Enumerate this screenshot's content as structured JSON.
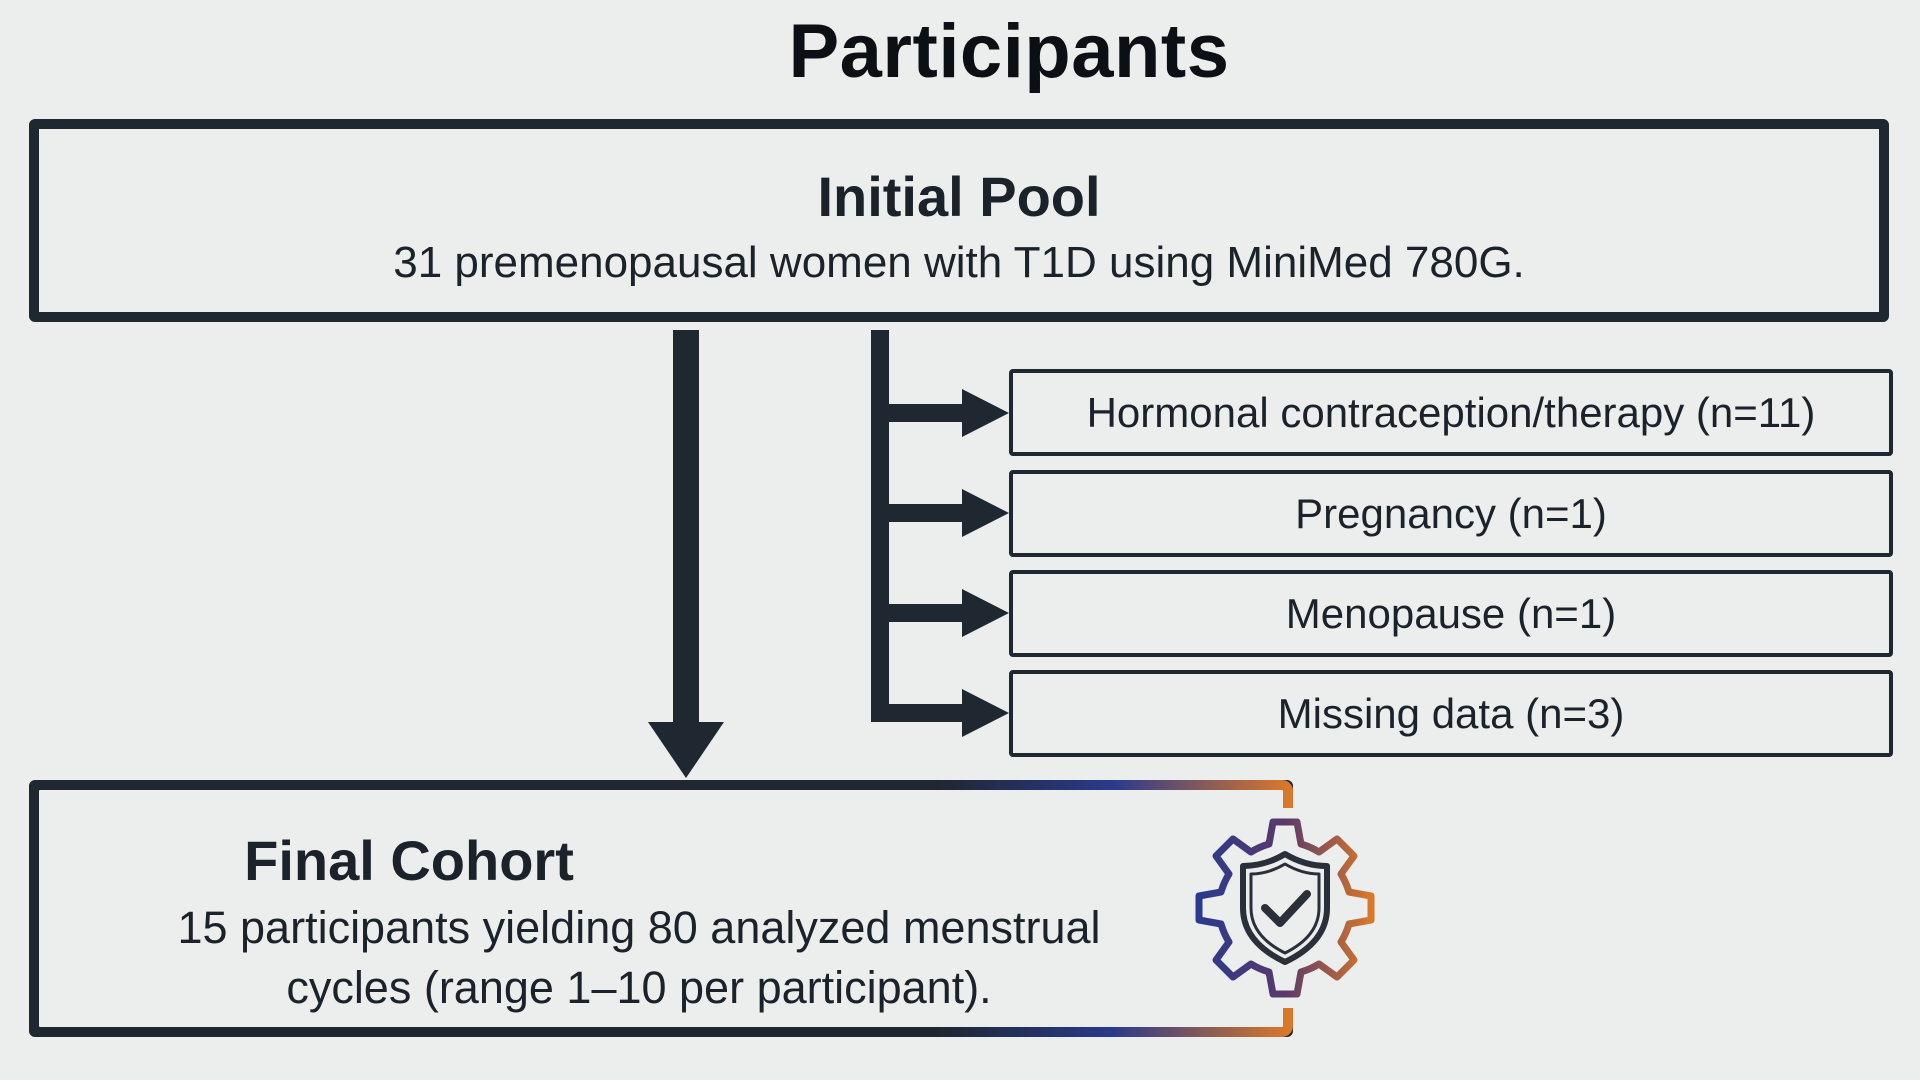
{
  "title": "Participants",
  "initial_pool": {
    "heading": "Initial Pool",
    "text": "31 premenopausal women with T1D using MiniMed 780G."
  },
  "exclusions": [
    {
      "label": "Hormonal contraception/therapy (n=11)"
    },
    {
      "label": "Pregnancy (n=1)"
    },
    {
      "label": "Menopause (n=1)"
    },
    {
      "label": "Missing data (n=3)"
    }
  ],
  "final_cohort": {
    "heading": "Final Cohort",
    "text_line1": "15 participants yielding 80 analyzed menstrual",
    "text_line2": "cycles (range 1–10 per participant)."
  },
  "icons": {
    "badge": "gear-shield-check-icon"
  },
  "colors": {
    "background": "#eceeed",
    "stroke": "#1f2731",
    "accent_blue": "#2a3a8c",
    "accent_orange": "#d9782a"
  }
}
